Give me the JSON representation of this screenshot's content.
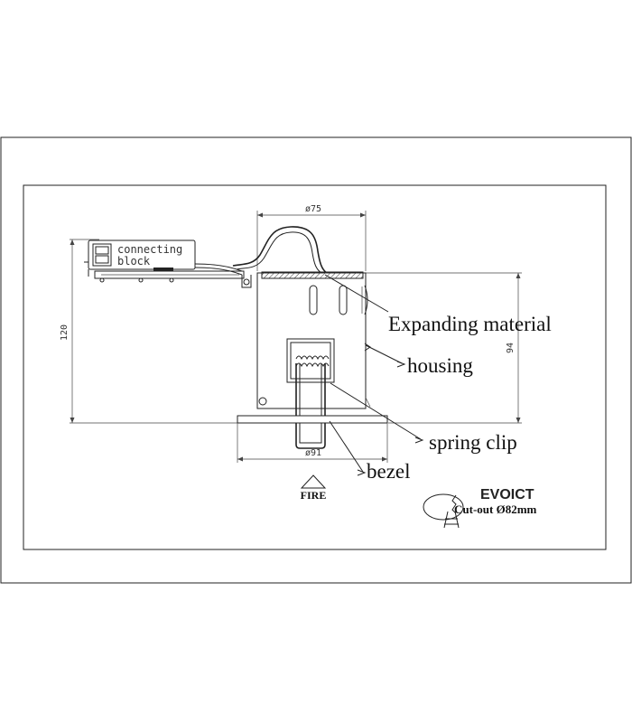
{
  "labels": {
    "connecting_block_line1": "connecting",
    "connecting_block_line2": "block",
    "expanding_material": "Expanding material",
    "housing": "housing",
    "spring_clip": "spring clip",
    "bezel": "bezel",
    "fire": "FIRE"
  },
  "dimensions": {
    "top_diameter": "ø75",
    "bottom_diameter": "ø91",
    "total_height": "120",
    "housing_height": "94"
  },
  "product": {
    "code": "EVOICT",
    "cutout": "Cut-out  Ø82mm"
  }
}
